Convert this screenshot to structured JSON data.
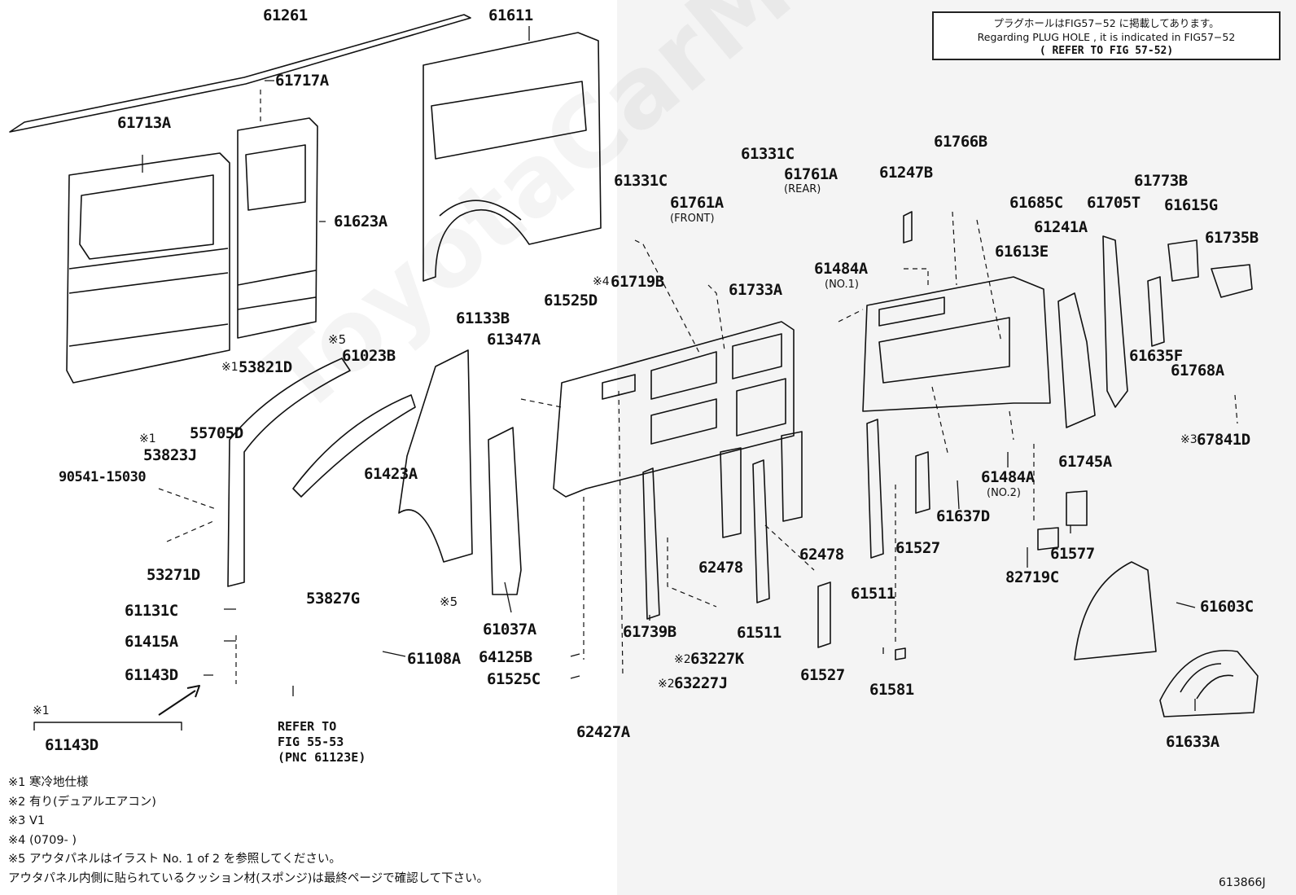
{
  "notice": {
    "line_jp": "プラグホールはFIG57−52 に掲載してあります。",
    "line_en": "Regarding PLUG HOLE , it is indicated in FIG57−52",
    "line_ref": "( REFER TO FIG 57-52)"
  },
  "parts": [
    {
      "id": "61261",
      "prefix": ""
    },
    {
      "id": "61611",
      "prefix": ""
    },
    {
      "id": "61717A",
      "prefix": ""
    },
    {
      "id": "61713A",
      "prefix": ""
    },
    {
      "id": "61623A",
      "prefix": ""
    },
    {
      "id": "61331C",
      "prefix": ""
    },
    {
      "id": "61331C",
      "prefix": ""
    },
    {
      "id": "61761A",
      "prefix": ""
    },
    {
      "id": "61761A",
      "prefix": ""
    },
    {
      "id": "61766B",
      "prefix": ""
    },
    {
      "id": "61247B",
      "prefix": ""
    },
    {
      "id": "61685C",
      "prefix": ""
    },
    {
      "id": "61241A",
      "prefix": ""
    },
    {
      "id": "61705T",
      "prefix": ""
    },
    {
      "id": "61773B",
      "prefix": ""
    },
    {
      "id": "61615G",
      "prefix": ""
    },
    {
      "id": "61735B",
      "prefix": ""
    },
    {
      "id": "61613E",
      "prefix": ""
    },
    {
      "id": "61484A",
      "prefix": ""
    },
    {
      "id": "61719B",
      "prefix": "※4"
    },
    {
      "id": "61525D",
      "prefix": ""
    },
    {
      "id": "61733A",
      "prefix": ""
    },
    {
      "id": "61133B",
      "prefix": ""
    },
    {
      "id": "61347A",
      "prefix": ""
    },
    {
      "id": "53821D",
      "prefix": "※1"
    },
    {
      "id": "61023B",
      "prefix": ""
    },
    {
      "id": "53823J",
      "prefix": "※1"
    },
    {
      "id": "55705D",
      "prefix": ""
    },
    {
      "id": "90541-15030",
      "prefix": ""
    },
    {
      "id": "61423A",
      "prefix": ""
    },
    {
      "id": "53271D",
      "prefix": ""
    },
    {
      "id": "53827G",
      "prefix": ""
    },
    {
      "id": "61131C",
      "prefix": ""
    },
    {
      "id": "61415A",
      "prefix": ""
    },
    {
      "id": "61143D",
      "prefix": ""
    },
    {
      "id": "61143D",
      "prefix": ""
    },
    {
      "id": "61108A",
      "prefix": ""
    },
    {
      "id": "61037A",
      "prefix": ""
    },
    {
      "id": "64125B",
      "prefix": ""
    },
    {
      "id": "61525C",
      "prefix": ""
    },
    {
      "id": "62427A",
      "prefix": ""
    },
    {
      "id": "61739B",
      "prefix": ""
    },
    {
      "id": "63227K",
      "prefix": "※2"
    },
    {
      "id": "63227J",
      "prefix": "※2"
    },
    {
      "id": "62478",
      "prefix": ""
    },
    {
      "id": "62478",
      "prefix": ""
    },
    {
      "id": "61511",
      "prefix": ""
    },
    {
      "id": "61511",
      "prefix": ""
    },
    {
      "id": "61527",
      "prefix": ""
    },
    {
      "id": "61527",
      "prefix": ""
    },
    {
      "id": "61581",
      "prefix": ""
    },
    {
      "id": "61637D",
      "prefix": ""
    },
    {
      "id": "61484A",
      "prefix": ""
    },
    {
      "id": "82719C",
      "prefix": ""
    },
    {
      "id": "61577",
      "prefix": ""
    },
    {
      "id": "61745A",
      "prefix": ""
    },
    {
      "id": "61635F",
      "prefix": ""
    },
    {
      "id": "61768A",
      "prefix": ""
    },
    {
      "id": "67841D",
      "prefix": "※3"
    },
    {
      "id": "61603C",
      "prefix": ""
    },
    {
      "id": "61633A",
      "prefix": ""
    }
  ],
  "sublabels": {
    "front": "(FRONT)",
    "rear": "(REAR)",
    "no1": "(NO.1)",
    "no2": "(NO.2)",
    "mark5_a": "※5",
    "mark5_b": "※5",
    "group_mark": "※1"
  },
  "refer": {
    "line1": "REFER TO",
    "line2": "FIG 55-53",
    "line3": "(PNC 61123E)"
  },
  "footnotes": [
    "※1 寒冷地仕様",
    "※2 有り(デュアルエアコン)",
    "※3 V1",
    "※4 (0709-        )",
    "※5 アウタパネルはイラスト No. 1 of 2 を参照してください。",
    "アウタパネル内側に貼られているクッション材(スポンジ)は最終ページで確認して下さい。"
  ],
  "figure_id": "613866J",
  "watermark": "ToyotaCarMirror"
}
